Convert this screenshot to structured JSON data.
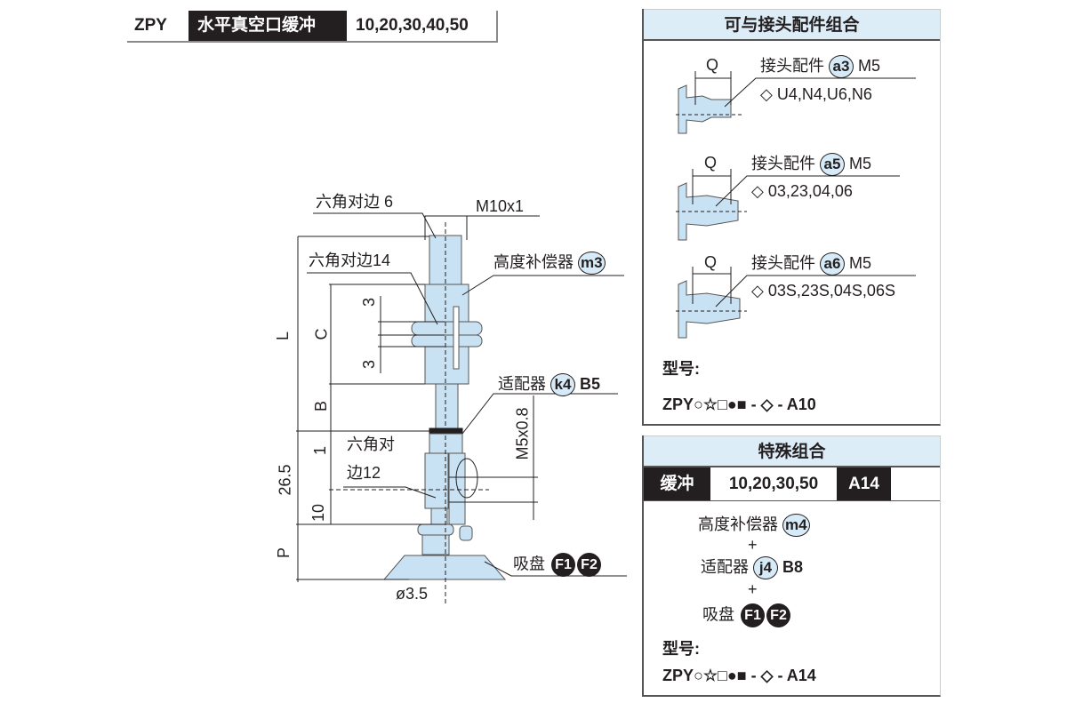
{
  "header": {
    "series": "ZPY",
    "type": "水平真空口缓冲",
    "strokes": "10,20,30,40,50"
  },
  "diagram": {
    "hex6": "六角对边 6",
    "thread_top": "M10x1",
    "hex14": "六角对边14",
    "compensator": "高度补偿器",
    "compensator_code": "m3",
    "dim_L": "L",
    "dim_C": "C",
    "dim_B": "B",
    "dim_3a": "3",
    "dim_3b": "3",
    "adapter": "适配器",
    "adapter_code": "k4",
    "adapter_size": "B5",
    "thread_side": "M5x0.8",
    "hex12_line1": "六角对",
    "hex12_line2": "边12",
    "dim_1": "1",
    "dim_265": "26.5",
    "dim_10": "10",
    "dim_P": "P",
    "pad": "吸盘",
    "pad_codes": [
      "F1",
      "F2"
    ],
    "dia": "ø3.5"
  },
  "fittings": {
    "title": "可与接头配件组合",
    "items": [
      {
        "q": "Q",
        "label": "接头配件",
        "code": "a3",
        "size": "M5",
        "options": "◇ U4,N4,U6,N6"
      },
      {
        "q": "Q",
        "label": "接头配件",
        "code": "a5",
        "size": "M5",
        "options": "◇ 03,23,04,06"
      },
      {
        "q": "Q",
        "label": "接头配件",
        "code": "a6",
        "size": "M5",
        "options": "◇ 03S,23S,04S,06S"
      }
    ],
    "model_label": "型号:",
    "model": "ZPY○☆□●■ - ◇ - A10"
  },
  "special": {
    "title": "特殊组合",
    "buffer": "缓冲",
    "strokes": "10,20,30,50",
    "code": "A14",
    "compensator": "高度补偿器",
    "compensator_code": "m4",
    "plus1": "+",
    "adapter": "适配器",
    "adapter_code": "j4",
    "adapter_size": "B8",
    "plus2": "+",
    "pad": "吸盘",
    "pad_codes": [
      "F1",
      "F2"
    ],
    "model_label": "型号:",
    "model": "ZPY○☆□●■ - ◇ - A14"
  },
  "colors": {
    "part": "#c9e2f3",
    "header_bg": "#dcedf8",
    "dark": "#231f20"
  }
}
